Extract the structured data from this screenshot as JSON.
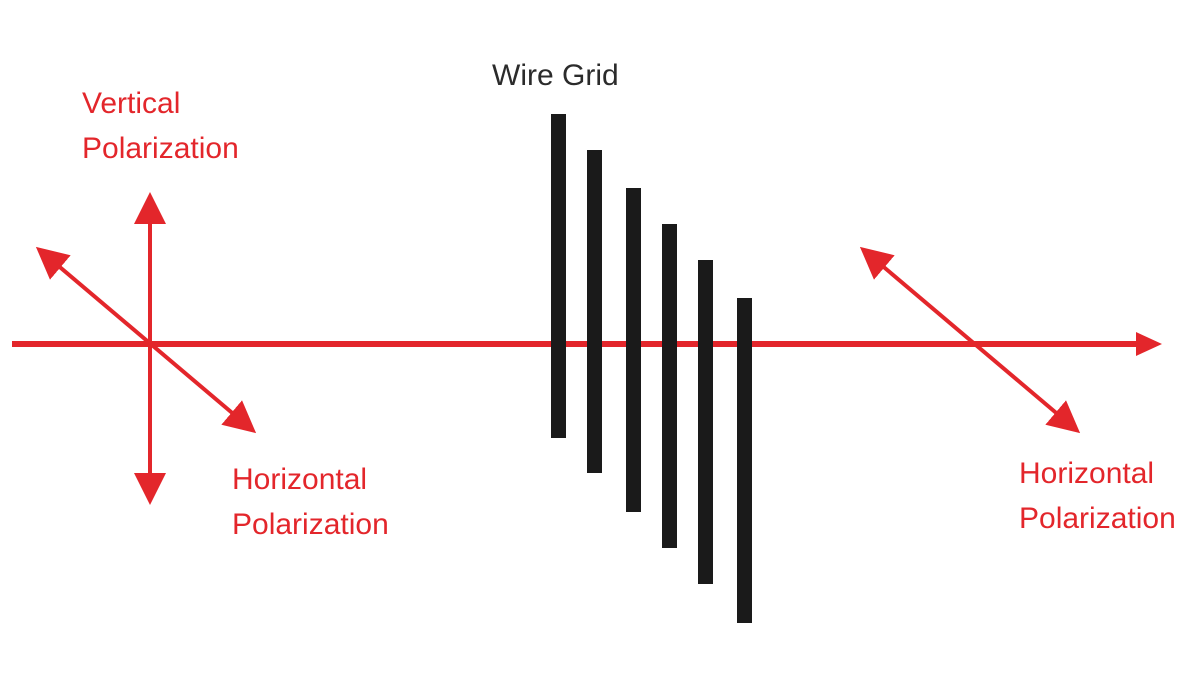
{
  "colors": {
    "beam": "#e3262b",
    "wire": "#1a1a1a",
    "background": "#ffffff"
  },
  "labels": {
    "wire_grid": "Wire Grid",
    "input_vertical": [
      "Vertical",
      "Polarization"
    ],
    "input_horizontal": [
      "Horizontal",
      "Polarization"
    ],
    "output_horizontal": [
      "Horizontal",
      "Polarization"
    ]
  },
  "diagram": {
    "wire_count": 6
  }
}
